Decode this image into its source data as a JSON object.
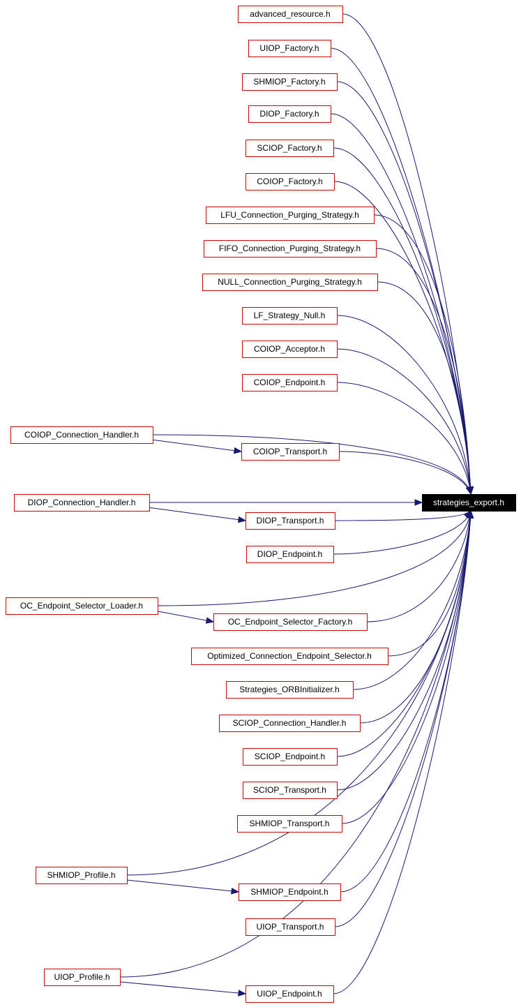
{
  "target": {
    "label": "strategies_export.h"
  },
  "nodes": [
    {
      "id": "n_adv",
      "label": "advanced_resource.h"
    },
    {
      "id": "n_uiop_fac",
      "label": "UIOP_Factory.h"
    },
    {
      "id": "n_shmiop_fac",
      "label": "SHMIOP_Factory.h"
    },
    {
      "id": "n_diop_fac",
      "label": "DIOP_Factory.h"
    },
    {
      "id": "n_sciop_fac",
      "label": "SCIOP_Factory.h"
    },
    {
      "id": "n_coiop_fac",
      "label": "COIOP_Factory.h"
    },
    {
      "id": "n_lfu",
      "label": "LFU_Connection_Purging_Strategy.h"
    },
    {
      "id": "n_fifo",
      "label": "FIFO_Connection_Purging_Strategy.h"
    },
    {
      "id": "n_null",
      "label": "NULL_Connection_Purging_Strategy.h"
    },
    {
      "id": "n_lfnull",
      "label": "LF_Strategy_Null.h"
    },
    {
      "id": "n_coiop_acc",
      "label": "COIOP_Acceptor.h"
    },
    {
      "id": "n_coiop_end",
      "label": "COIOP_Endpoint.h"
    },
    {
      "id": "n_coiop_ch",
      "label": "COIOP_Connection_Handler.h"
    },
    {
      "id": "n_coiop_tr",
      "label": "COIOP_Transport.h"
    },
    {
      "id": "n_diop_ch",
      "label": "DIOP_Connection_Handler.h"
    },
    {
      "id": "n_diop_tr",
      "label": "DIOP_Transport.h"
    },
    {
      "id": "n_diop_end",
      "label": "DIOP_Endpoint.h"
    },
    {
      "id": "n_oc_loader",
      "label": "OC_Endpoint_Selector_Loader.h"
    },
    {
      "id": "n_oc_factory",
      "label": "OC_Endpoint_Selector_Factory.h"
    },
    {
      "id": "n_optimized",
      "label": "Optimized_Connection_Endpoint_Selector.h"
    },
    {
      "id": "n_orbinit",
      "label": "Strategies_ORBInitializer.h"
    },
    {
      "id": "n_sciop_ch",
      "label": "SCIOP_Connection_Handler.h"
    },
    {
      "id": "n_sciop_end",
      "label": "SCIOP_Endpoint.h"
    },
    {
      "id": "n_sciop_tr",
      "label": "SCIOP_Transport.h"
    },
    {
      "id": "n_shmiop_tr",
      "label": "SHMIOP_Transport.h"
    },
    {
      "id": "n_shmiop_prof",
      "label": "SHMIOP_Profile.h"
    },
    {
      "id": "n_shmiop_end",
      "label": "SHMIOP_Endpoint.h"
    },
    {
      "id": "n_uiop_tr",
      "label": "UIOP_Transport.h"
    },
    {
      "id": "n_uiop_prof",
      "label": "UIOP_Profile.h"
    },
    {
      "id": "n_uiop_end",
      "label": "UIOP_Endpoint.h"
    }
  ],
  "edges": [
    [
      "n_adv",
      "target"
    ],
    [
      "n_uiop_fac",
      "target"
    ],
    [
      "n_shmiop_fac",
      "target"
    ],
    [
      "n_diop_fac",
      "target"
    ],
    [
      "n_sciop_fac",
      "target"
    ],
    [
      "n_coiop_fac",
      "target"
    ],
    [
      "n_lfu",
      "target"
    ],
    [
      "n_fifo",
      "target"
    ],
    [
      "n_null",
      "target"
    ],
    [
      "n_lfnull",
      "target"
    ],
    [
      "n_coiop_acc",
      "target"
    ],
    [
      "n_coiop_end",
      "target"
    ],
    [
      "n_coiop_ch",
      "target"
    ],
    [
      "n_coiop_ch",
      "n_coiop_tr"
    ],
    [
      "n_coiop_tr",
      "target"
    ],
    [
      "n_diop_ch",
      "target"
    ],
    [
      "n_diop_ch",
      "n_diop_tr"
    ],
    [
      "n_diop_tr",
      "target"
    ],
    [
      "n_diop_end",
      "target"
    ],
    [
      "n_oc_loader",
      "target"
    ],
    [
      "n_oc_loader",
      "n_oc_factory"
    ],
    [
      "n_oc_factory",
      "target"
    ],
    [
      "n_optimized",
      "target"
    ],
    [
      "n_orbinit",
      "target"
    ],
    [
      "n_sciop_ch",
      "target"
    ],
    [
      "n_sciop_end",
      "target"
    ],
    [
      "n_sciop_tr",
      "target"
    ],
    [
      "n_shmiop_tr",
      "target"
    ],
    [
      "n_shmiop_prof",
      "target"
    ],
    [
      "n_shmiop_prof",
      "n_shmiop_end"
    ],
    [
      "n_shmiop_end",
      "target"
    ],
    [
      "n_uiop_tr",
      "target"
    ],
    [
      "n_uiop_prof",
      "target"
    ],
    [
      "n_uiop_prof",
      "n_uiop_end"
    ],
    [
      "n_uiop_end",
      "target"
    ]
  ],
  "colors": {
    "node_border": "#cc0000",
    "edge": "#191970",
    "target_fill": "#000000",
    "target_text": "#ffffff"
  }
}
